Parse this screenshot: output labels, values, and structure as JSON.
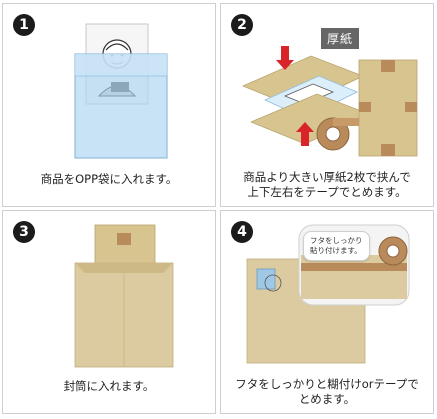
{
  "steps": [
    {
      "number": "1",
      "caption": "商品をOPP袋に入れます。"
    },
    {
      "number": "2",
      "caption_line1": "商品より大きい厚紙2枚で挟んで",
      "caption_line2": "上下左右をテープでとめます。",
      "label": "厚紙"
    },
    {
      "number": "3",
      "caption": "封筒に入れます。"
    },
    {
      "number": "4",
      "caption_line1": "フタをしっかりと糊付けorテープで",
      "caption_line2": "とめます。",
      "bubble_line1": "フタをしっかり",
      "bubble_line2": "貼り付けます。"
    }
  ],
  "colors": {
    "cardboard": "#d8c48f",
    "tape": "#b98a5a",
    "opp_bag": "#a9d4ef",
    "arrow": "#d9242a"
  }
}
